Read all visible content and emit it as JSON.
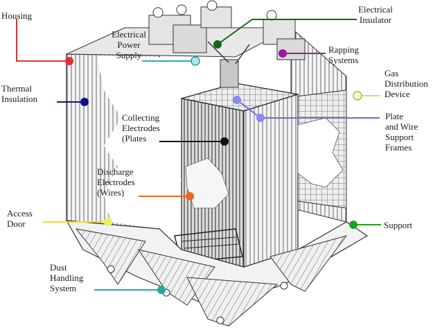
{
  "labels": {
    "housing": "Housing",
    "electrical_power_supply": "Electrical\nPower\nSupply",
    "electrical_insulator": "Electrical\nInsulator",
    "rapping_systems": "Rapping\nSystems",
    "gas_distribution_device": "Gas\nDistribution\nDevice",
    "thermal_insulation": "Thermal\nInsulation",
    "collecting_electrodes": "Collecting\nElectrodes\n(Plates",
    "plate_wire_support_frames": "Plate\nand Wire\nSupport\nFrames",
    "discharge_electrodes": "Discharge\nElectrodes\n(Wires)",
    "access_door": "Access\nDoor",
    "support": "Support",
    "dust_handling_system": "Dust\nHandling\nSystem"
  },
  "colors": {
    "housing": "#e03030",
    "electrical_power_supply": "#20b0b0",
    "electrical_insulator": "#106a10",
    "rapping_systems": "#9a1a9a",
    "gas_distribution_device": "#e8e860",
    "thermal_insulation": "#10108a",
    "collecting_electrodes": "#101010",
    "plate_wire_support_frames": "#6a6ae8",
    "discharge_electrodes": "#e86a20",
    "access_door": "#e8e020",
    "support": "#20a020",
    "dust_handling_system": "#20a8a8"
  }
}
